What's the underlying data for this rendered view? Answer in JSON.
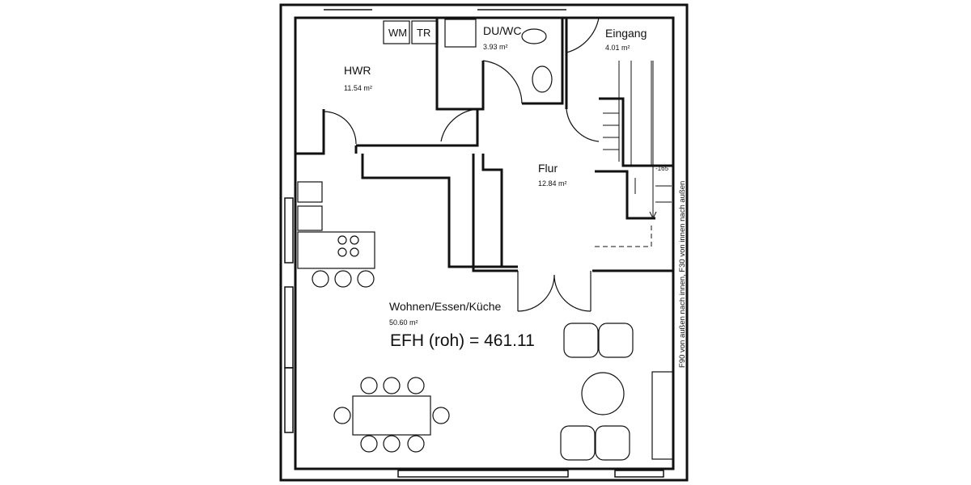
{
  "plan": {
    "rooms": [
      {
        "name": "HWR",
        "area": "11.54 m²"
      },
      {
        "name": "DU/WC",
        "area": "3.93 m²"
      },
      {
        "name": "Eingang",
        "area": "4.01 m²"
      },
      {
        "name": "Flur",
        "area": "12.84 m²"
      },
      {
        "name": "Wohnen/Essen/Küche",
        "area": "50.60 m²"
      }
    ],
    "appliances": {
      "washer": "WM",
      "dryer": "TR"
    },
    "floor_level": "EFH (roh) = 461.11",
    "stair_level": "-165",
    "fire_note": "F90 von außen nach innen, F30 von innen nach außen",
    "line_color": "#111111",
    "background": "#ffffff"
  }
}
